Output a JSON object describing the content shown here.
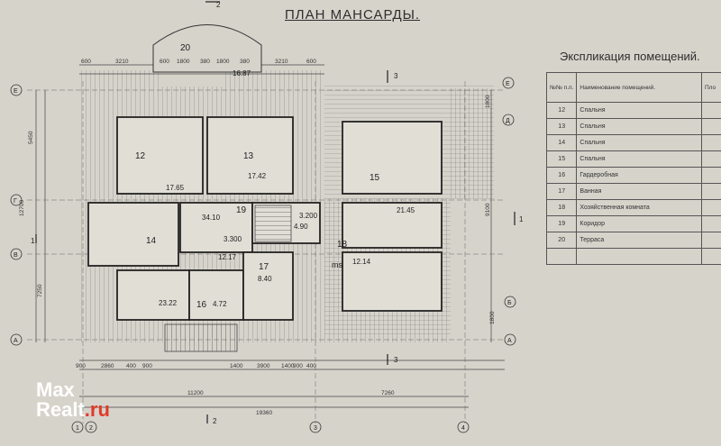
{
  "plan": {
    "title": "ПЛАН МАНСАРДЫ.",
    "axes": {
      "letters": [
        "Е",
        "Д",
        "Г",
        "В",
        "Б",
        "А"
      ],
      "numbers": [
        "1",
        "2",
        "3",
        "4"
      ]
    },
    "section_marks": [
      "1",
      "3",
      "2"
    ],
    "room_numbers": [
      "12",
      "13",
      "14",
      "15",
      "16",
      "17",
      "18",
      "19",
      "20"
    ],
    "room_areas": [
      "17.42",
      "17.65",
      "34.10",
      "3.300",
      "21.45",
      "12.14",
      "4.90",
      "3.200",
      "12.17",
      "4.72",
      "23.22",
      "8.40",
      "16.87"
    ],
    "dimensions_top": [
      "600",
      "3210",
      "600",
      "1800",
      "380",
      "1800",
      "380",
      "3210",
      "600"
    ],
    "dimensions_bottom": [
      "900",
      "2860",
      "400",
      "900",
      "1400",
      "3900",
      "1400",
      "900",
      "400",
      "11200",
      "7260",
      "19360"
    ],
    "dimensions_left": [
      "5450",
      "12700",
      "7250"
    ],
    "dimensions_right": [
      "9100",
      "1800",
      "1800"
    ],
    "stair_label": "ms"
  },
  "explication": {
    "title": "Экспликация помещений.",
    "headers": {
      "num": "№№ п.п.",
      "name": "Наименование помещений.",
      "area": "Пло"
    },
    "rows": [
      {
        "num": "12",
        "name": "Спальня"
      },
      {
        "num": "13",
        "name": "Спальня"
      },
      {
        "num": "14",
        "name": "Спальня"
      },
      {
        "num": "15",
        "name": "Спальня"
      },
      {
        "num": "16",
        "name": "Гардеробная"
      },
      {
        "num": "17",
        "name": "Ванная"
      },
      {
        "num": "18",
        "name": "Хозяйственная комната"
      },
      {
        "num": "19",
        "name": "Коридор"
      },
      {
        "num": "20",
        "name": "Терраса"
      }
    ]
  },
  "watermark": {
    "line1": "Max",
    "line2": "Realt",
    "line2_suffix": ".ru"
  },
  "colors": {
    "paper": "#d6d3cb",
    "ink": "#3a3a3a",
    "brand_red": "#e23a2a"
  }
}
